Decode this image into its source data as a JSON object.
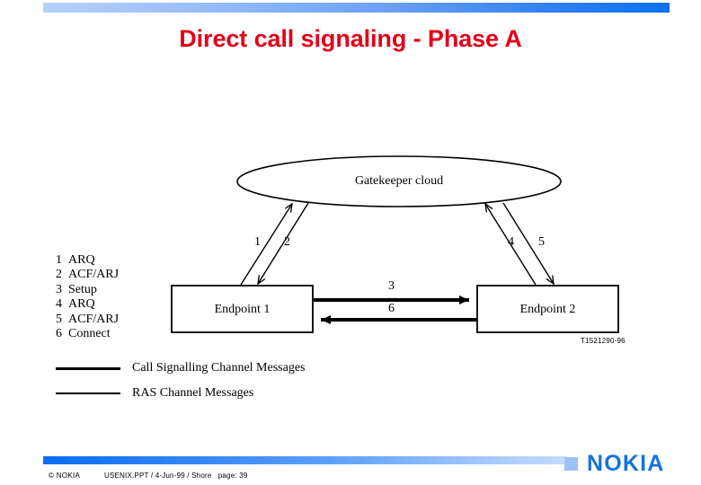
{
  "slide": {
    "title": "Direct call signaling - Phase A",
    "title_color": "#E2001A",
    "background_color": "#FFFFFF"
  },
  "decor": {
    "top_bar_gradient_from": "#B6D0FB",
    "top_bar_gradient_to": "#0A72F0",
    "bottom_bar_gradient_from": "#0A6DF0",
    "bottom_bar_gradient_to": "#C3DAFD"
  },
  "diagram": {
    "cloud_label": "Gatekeeper cloud",
    "endpoint_left_label": "Endpoint 1",
    "endpoint_right_label": "Endpoint 2",
    "figure_code": "T1521290-96",
    "arrow_labels": {
      "left_up": "1",
      "left_down": "2",
      "horizontal_top": "3",
      "right_up": "4",
      "right_down": "5",
      "horizontal_bottom": "6"
    }
  },
  "messages": [
    {
      "num": "1",
      "name": "ARQ"
    },
    {
      "num": "2",
      "name": "ACF/ARJ"
    },
    {
      "num": "3",
      "name": "Setup"
    },
    {
      "num": "4",
      "name": "ARQ"
    },
    {
      "num": "5",
      "name": "ACF/ARJ"
    },
    {
      "num": "6",
      "name": "Connect"
    }
  ],
  "legend": [
    {
      "label": "Call Signalling Channel Messages",
      "style": "thick"
    },
    {
      "label": "RAS Channel Messages",
      "style": "thin"
    }
  ],
  "footer": {
    "copyright": "© NOKIA",
    "meta": "USENIX.PPT / 4-Jun-99 / Shore   page: 39",
    "logo_text": "NOKIA",
    "logo_color": "#1573E0"
  }
}
